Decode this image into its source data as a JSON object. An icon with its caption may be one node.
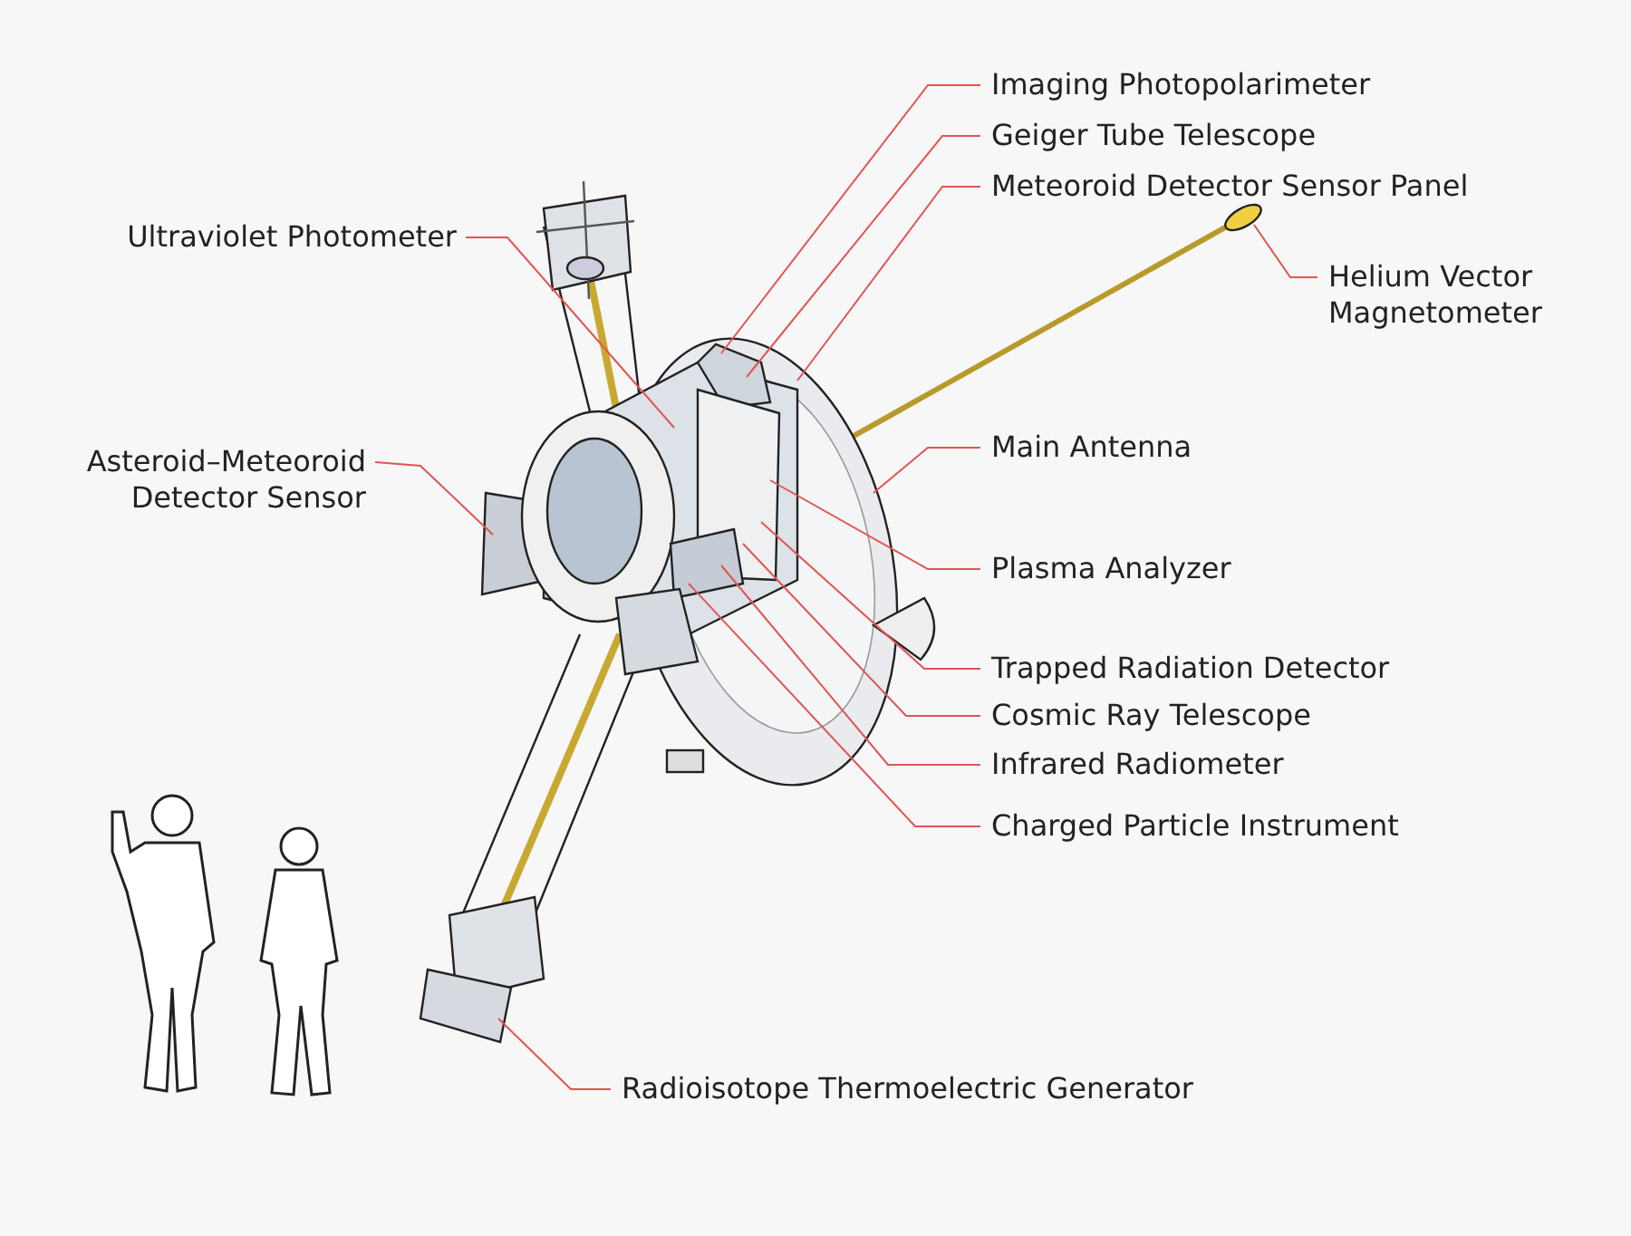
{
  "diagram": {
    "nodes": [
      {
        "text": [
          "Imaging Photopolarimeter"
        ]
      },
      {
        "text": [
          "Geiger Tube Telescope"
        ]
      },
      {
        "text": [
          "Meteoroid Detector Sensor Panel"
        ]
      },
      {
        "text": [
          "Ultraviolet Photometer"
        ]
      },
      {
        "text": [
          "Helium Vector Magnetometer"
        ]
      },
      {
        "text": [
          "Asteroid–Meteoroid Detector Sensor"
        ]
      },
      {
        "text": [
          "Main Antenna"
        ]
      },
      {
        "text": [
          "Plasma Analyzer"
        ]
      },
      {
        "text": [
          "Trapped Radiation Detector"
        ]
      },
      {
        "text": [
          "Cosmic Ray Telescope"
        ]
      },
      {
        "text": [
          "Infrared Radiometer"
        ]
      },
      {
        "text": [
          "Charged Particle Instrument"
        ]
      },
      {
        "text": [
          "Radioisotope Thermoelectric Generator"
        ]
      },
      {
        "text": [],
        "shape": "circle"
      }
    ],
    "edges": [
      {
        "from": 0,
        "to": null,
        "arrow": "none"
      },
      {
        "from": 1,
        "to": null,
        "arrow": "none"
      },
      {
        "from": 2,
        "to": null,
        "arrow": "none"
      },
      {
        "from": 3,
        "to": null,
        "arrow": "none"
      },
      {
        "from": 4,
        "to": 13,
        "arrow": "none"
      },
      {
        "from": 5,
        "to": null,
        "arrow": "none"
      },
      {
        "from": 6,
        "to": null,
        "arrow": "none"
      },
      {
        "from": 7,
        "to": null,
        "arrow": "none"
      },
      {
        "from": 8,
        "to": null,
        "arrow": "none"
      },
      {
        "from": 9,
        "to": null,
        "arrow": "none"
      },
      {
        "from": 10,
        "to": null,
        "arrow": "none"
      },
      {
        "from": 11,
        "to": null,
        "arrow": "none"
      },
      {
        "from": 12,
        "to": null,
        "arrow": "none"
      }
    ]
  }
}
